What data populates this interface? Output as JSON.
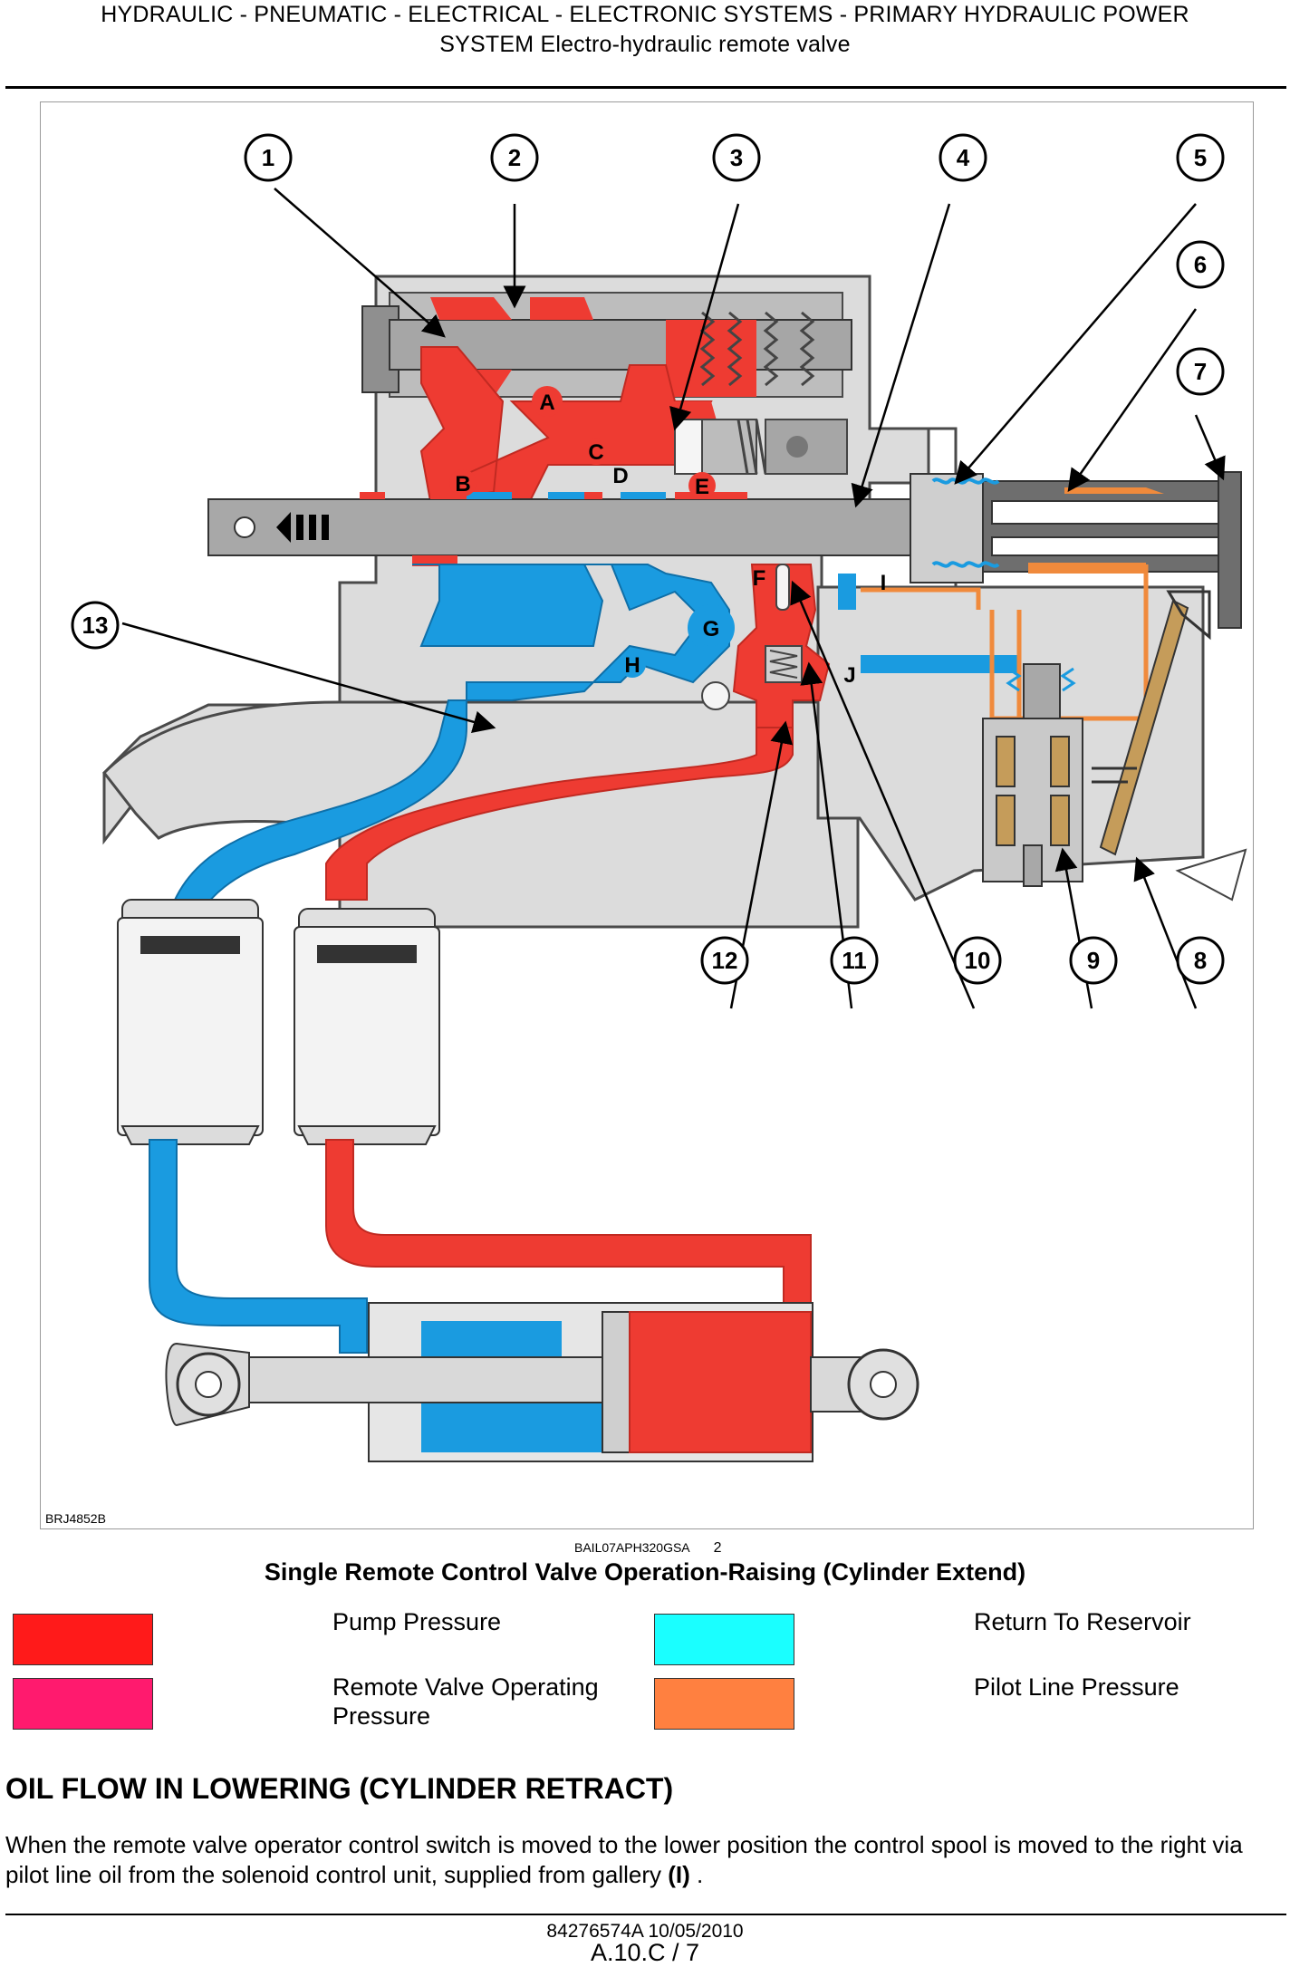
{
  "header": {
    "line1": "HYDRAULIC - PNEUMATIC - ELECTRICAL - ELECTRONIC SYSTEMS - PRIMARY HYDRAULIC POWER",
    "line2": "SYSTEM Electro-hydraulic remote valve"
  },
  "figure": {
    "image_id_label": "BRJ4852B",
    "ref_code": "BAIL07APH320GSA",
    "figure_number": "2",
    "caption": "Single Remote Control Valve Operation-Raising (Cylinder Extend)",
    "callouts": [
      "1",
      "2",
      "3",
      "4",
      "5",
      "6",
      "7",
      "8",
      "9",
      "10",
      "11",
      "12",
      "13"
    ],
    "port_letters": [
      "A",
      "B",
      "C",
      "D",
      "E",
      "F",
      "G",
      "H",
      "I",
      "J"
    ],
    "colors": {
      "pump_pressure": "#ee3b32",
      "return_to_reservoir": "#1a9be0",
      "pilot_line": "#f08a3c",
      "body_gray": "#dadada",
      "spool_gray": "#a8a8a8",
      "dark_gray": "#6e6e6e",
      "solenoid_tan": "#c59c5a"
    }
  },
  "legend": [
    {
      "label": "Pump Pressure",
      "color": "#ff1a1a"
    },
    {
      "label": "Return To Reservoir",
      "color": "#1affff"
    },
    {
      "label": "Remote Valve Operating Pressure",
      "color": "#ff1a6e"
    },
    {
      "label": "Pilot Line Pressure",
      "color": "#ff8040"
    }
  ],
  "section": {
    "heading": "OIL FLOW IN LOWERING (CYLINDER RETRACT)",
    "body_start": "When the remote valve operator control switch is moved to the lower position the control spool is moved to the right via pilot line oil from the solenoid control unit, supplied from gallery ",
    "body_bold": "(I)",
    "body_end": " ."
  },
  "footer": {
    "doc_ref": "84276574A 10/05/2010",
    "page": "A.10.C / 7"
  }
}
